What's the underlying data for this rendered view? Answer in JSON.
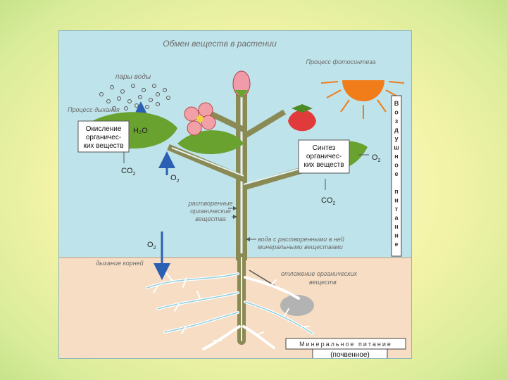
{
  "diagram": {
    "title": "Обмен веществ в растении",
    "water_vapor": "пары воды",
    "breathing_process": "Процесс дыхания",
    "oxidation": [
      "Окисление",
      "органичес-",
      "ких веществ"
    ],
    "h2o": "H₂O",
    "co2": "CO",
    "co2_sub": "2",
    "o2": "O",
    "o2_sub": "2",
    "photosynthesis_process": "Процесс фотосинтеза",
    "synthesis": [
      "Синтез",
      "органичес-",
      "ких веществ"
    ],
    "air_nutrition": [
      "В",
      "о",
      "з",
      "д",
      "у",
      "ш",
      "н",
      "о",
      "е",
      "",
      "п",
      "и",
      "т",
      "а",
      "н",
      "и",
      "е"
    ],
    "dissolved_organic": [
      "растворенные",
      "органические",
      "вещества"
    ],
    "water_minerals": [
      "вода с растворенными в ней",
      "минеральными веществами"
    ],
    "root_breathing": "дыхание корней",
    "organic_storage": [
      "отложение органических",
      "веществ"
    ],
    "mineral_nutrition": "Минеральное питание",
    "soil": "(почвенное)"
  },
  "colors": {
    "sky": "#bfe3ea",
    "soil": "#f6ddc3",
    "stem": "#8a8a55",
    "leaf": "#6aa230",
    "sun": "#f07c1a",
    "arrow_blue": "#2b5fb4",
    "page_bg": "#f3f3a6"
  }
}
